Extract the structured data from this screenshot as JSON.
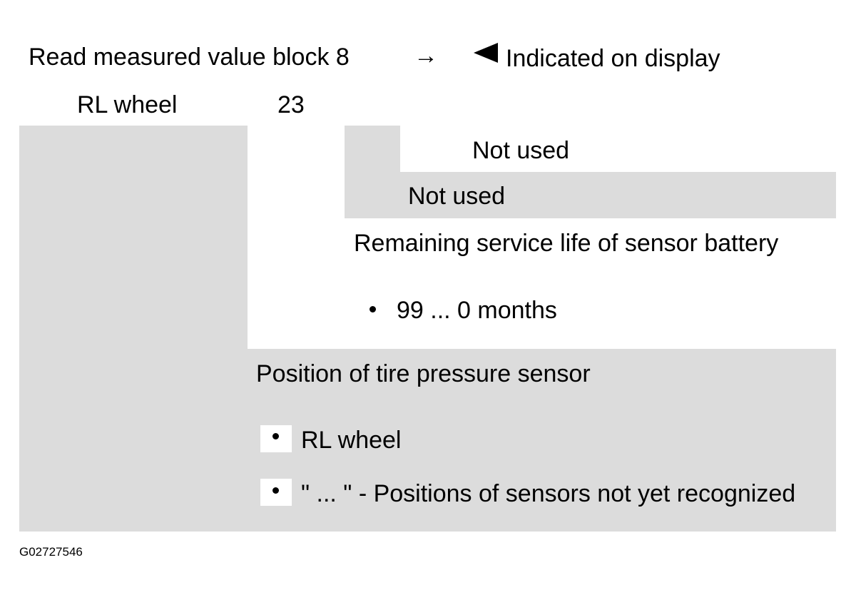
{
  "header": {
    "left_text": "Read measured value block 8",
    "arrow_glyph": "→",
    "right_text": "Indicated on display"
  },
  "display_row": {
    "label": "RL wheel",
    "value": "23"
  },
  "fields": {
    "field1_label": "Not used",
    "field2_label": "Not used",
    "field3_label": "Remaining service life of sensor battery",
    "field3_bullets": [
      "99 ... 0 months"
    ],
    "field4_label": "Position of tire pressure sensor",
    "field4_bullets": [
      "RL wheel",
      "\" ... \" - Positions of sensors not yet recognized"
    ]
  },
  "figure_id": "G02727546",
  "colors": {
    "panel_gray": "#dcdcdc",
    "text": "#000000",
    "background": "#ffffff"
  },
  "icons": {
    "indicator": "left-pointing-triangle-icon",
    "arrow": "right-arrow-icon"
  }
}
